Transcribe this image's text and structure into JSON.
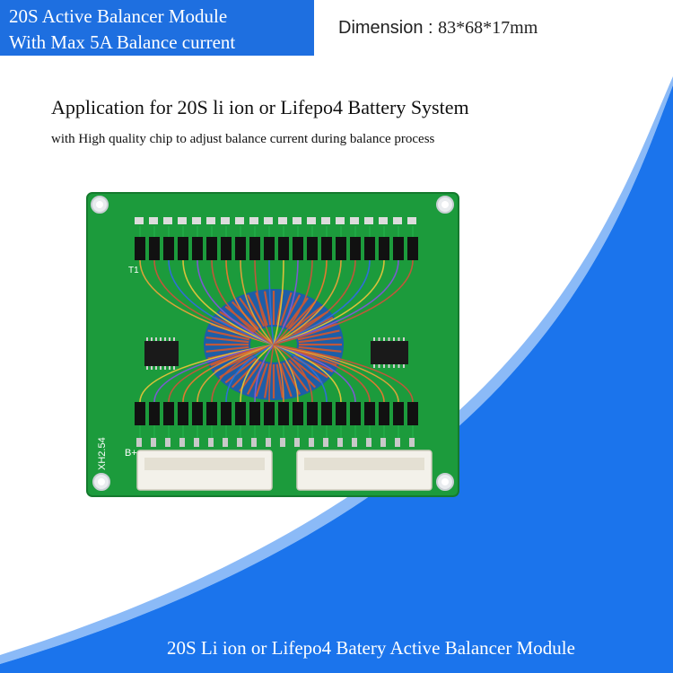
{
  "header": {
    "title_line1": "20S  Active Balancer Module",
    "title_line2": "With Max 5A Balance current",
    "dimension_label": "Dimension : ",
    "dimension_value": "83*68*17mm"
  },
  "application": {
    "title": "Application for 20S  li ion or Lifepo4 Battery System",
    "subtitle": "with High quality chip to adjust balance current during balance process"
  },
  "board": {
    "connector_label": "XH2.54",
    "polarity_label": "B+",
    "transformer_label": "T1"
  },
  "footer": {
    "caption": "20S  Li ion or Lifepo4  Batery Active Balancer Module"
  },
  "colors": {
    "accent_blue": "#1e6fe0",
    "wave_blue": "#1b74ec",
    "pcb_green": "#1c9b3c",
    "copper": "#c0583a"
  }
}
